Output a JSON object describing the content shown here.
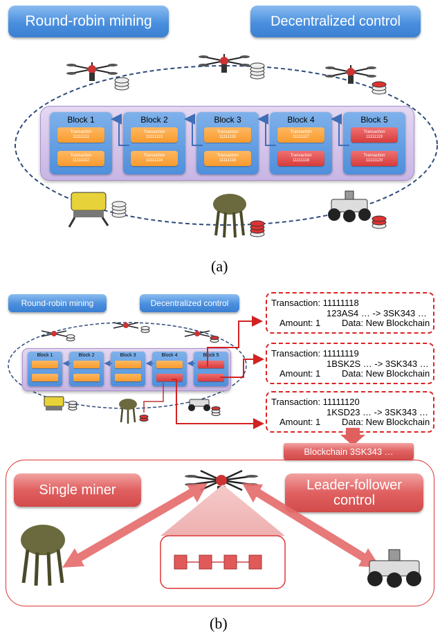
{
  "panel_a": {
    "banner_left": "Round-robin mining",
    "banner_right": "Decentralized control",
    "blocks": [
      {
        "title": "Block 1",
        "tx": [
          {
            "label": "Transaction",
            "id": "11111111",
            "color": "orange"
          },
          {
            "label": "Transaction",
            "id": "11111112",
            "color": "orange"
          }
        ]
      },
      {
        "title": "Block 2",
        "tx": [
          {
            "label": "Transaction",
            "id": "11111113",
            "color": "orange"
          },
          {
            "label": "Transaction",
            "id": "11111114",
            "color": "orange"
          }
        ]
      },
      {
        "title": "Block 3",
        "tx": [
          {
            "label": "Transaction",
            "id": "11111115",
            "color": "orange"
          },
          {
            "label": "Transaction",
            "id": "11111116",
            "color": "orange"
          }
        ]
      },
      {
        "title": "Block 4",
        "tx": [
          {
            "label": "Transaction",
            "id": "11111117",
            "color": "orange"
          },
          {
            "label": "Transaction",
            "id": "11111118",
            "color": "red"
          }
        ]
      },
      {
        "title": "Block 5",
        "tx": [
          {
            "label": "Transaction",
            "id": "11111119",
            "color": "red"
          },
          {
            "label": "Transaction",
            "id": "11111120",
            "color": "red"
          }
        ]
      }
    ],
    "caption": "(a)"
  },
  "panel_b": {
    "banner_left": "Round-robin mining",
    "banner_right": "Decentralized control",
    "blocks": [
      "Block 1",
      "Block 2",
      "Block 3",
      "Block 4",
      "Block 5"
    ],
    "transactions": [
      {
        "line1": "Transaction: 11111118",
        "line2": "123AS4 … -> 3SK343 …",
        "amount": "Amount: 1",
        "data": "Data: New Blockchain"
      },
      {
        "line1": "Transaction: 11111119",
        "line2": "1BSK2S … -> 3SK343 …",
        "amount": "Amount: 1",
        "data": "Data: New Blockchain"
      },
      {
        "line1": "Transaction: 11111120",
        "line2": "1KSD23 … -> 3SK343 …",
        "amount": "Amount: 1",
        "data": "Data: New Blockchain"
      }
    ],
    "new_chain_label": "Blockchain 3SK343 …",
    "single_miner": "Single miner",
    "leader_follower": "Leader-follower control",
    "caption": "(b)"
  },
  "colors": {
    "banner_blue": "#4a8fde",
    "banner_red": "#e06060",
    "transaction_orange": "#f79a2e",
    "transaction_red": "#d63c3c",
    "chain_panel": "#c8b5e4",
    "dashed_ellipse": "#2f4a7a",
    "arrow_red": "#d22222"
  },
  "icons": [
    "drone-icon",
    "coin-stack-icon",
    "underwater-robot-icon",
    "legged-robot-icon",
    "ground-rover-icon"
  ]
}
